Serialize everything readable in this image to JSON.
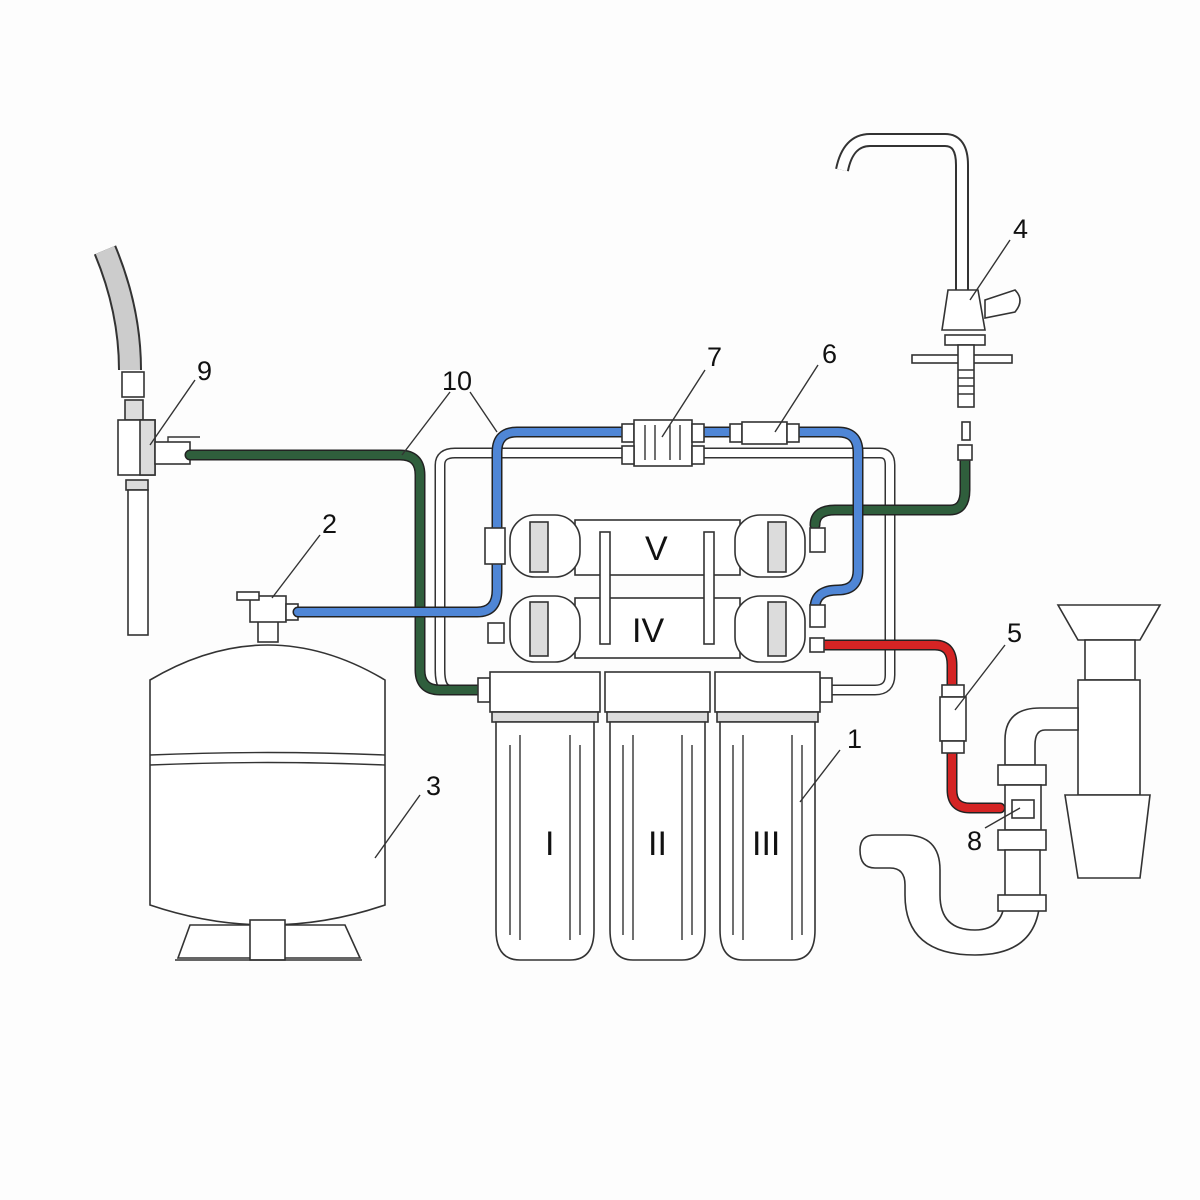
{
  "colors": {
    "cold_water_line": "#2f5e3c",
    "purified_line": "#4f86d6",
    "drain_line": "#d42424"
  },
  "callouts": [
    "1",
    "2",
    "3",
    "4",
    "5",
    "6",
    "7",
    "8",
    "9",
    "10"
  ],
  "stages": [
    "I",
    "II",
    "III",
    "IV",
    "V"
  ]
}
